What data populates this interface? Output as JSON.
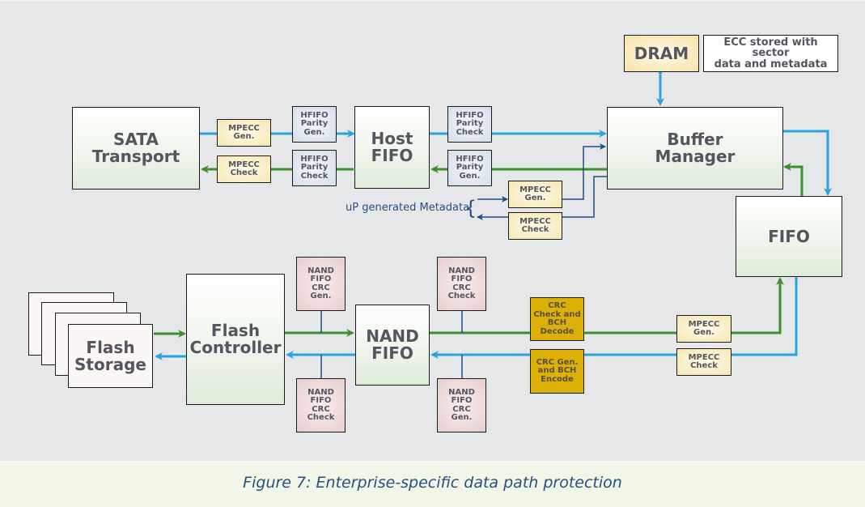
{
  "figure": {
    "caption": "Figure 7: Enterprise-specific data path protection",
    "colors": {
      "background": "#e6e7e9",
      "caption_band": "#f2f6e9",
      "write_path": "#29a3dd",
      "read_path": "#3e8f2e",
      "metadata_path": "#1e4f86",
      "caption_text": "#274f7f",
      "bch_block": "#dcb007"
    }
  },
  "blocks": {
    "sata_transport": "SATA\nTransport",
    "host_fifo": "Host\nFIFO",
    "buffer_manager": "Buffer\nManager",
    "dram": "DRAM",
    "ecc_note": "ECC stored with sector\ndata and metadata",
    "fifo": "FIFO",
    "flash_storage": "Flash\nStorage",
    "flash_controller": "Flash\nController",
    "nand_fifo": "NAND\nFIFO"
  },
  "protection": {
    "sata_mpecc_gen": "MPECC\nGen.",
    "sata_mpecc_check": "MPECC\nCheck",
    "hfifo_parity_gen_in": "HFIFO\nParity\nGen.",
    "hfifo_parity_check_out": "HFIFO\nParity\nCheck",
    "hfifo_parity_check_in": "HFIFO\nParity\nCheck",
    "hfifo_parity_gen_out": "HFIFO\nParity\nGen.",
    "meta_mpecc_gen": "MPECC\nGen.",
    "meta_mpecc_check": "MPECC\nCheck",
    "nand_crc_gen_left": "NAND\nFIFO\nCRC\nGen.",
    "nand_crc_check_left": "NAND\nFIFO\nCRC\nCheck",
    "nand_crc_check_right": "NAND\nFIFO\nCRC\nCheck",
    "nand_crc_gen_right": "NAND\nFIFO\nCRC\nGen.",
    "bch_decode": "CRC\nCheck and\nBCH\nDecode",
    "bch_encode": "CRC Gen.\nand BCH\nEncode",
    "fifo_mpecc_gen": "MPECC\nGen.",
    "fifo_mpecc_check": "MPECC\nCheck"
  },
  "labels": {
    "metadata": "uP generated Metadata",
    "brace": "{"
  }
}
